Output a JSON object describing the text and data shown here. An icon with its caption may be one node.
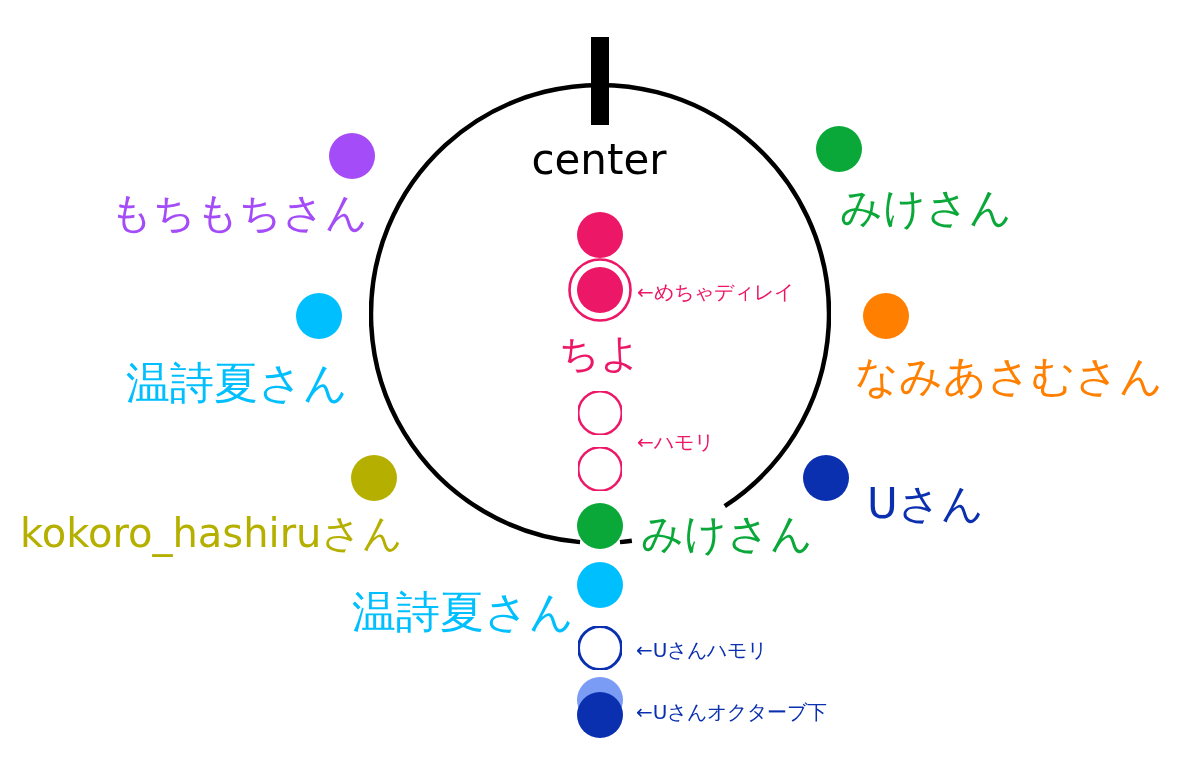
{
  "diagram": {
    "nodes": [
      {
        "text": [
          "center"
        ]
      },
      {
        "text": [],
        "shape": "circle",
        "in": 0
      },
      {
        "text": [],
        "shape": "circle",
        "in": 0,
        "beside": [
          "←めちゃディレイ"
        ]
      },
      {
        "text": [],
        "shape": "circle",
        "in": 0
      },
      {
        "text": [],
        "shape": "circle",
        "in": 0
      },
      {
        "text": [],
        "shape": "circle",
        "beside": [
          "みけさん"
        ]
      },
      {
        "text": [],
        "shape": "circle",
        "beside": [
          "温詩夏さん"
        ]
      },
      {
        "text": [],
        "shape": "circle",
        "beside": [
          "←Uさんハモリ"
        ]
      },
      {
        "text": [],
        "shape": "circle"
      },
      {
        "text": [],
        "shape": "circle",
        "beside": [
          "←Uさんオクターブ下"
        ]
      },
      {
        "text": [],
        "shape": "circle",
        "beside": [
          "もちもちさん"
        ]
      },
      {
        "text": [],
        "shape": "circle",
        "beside": [
          "温詩夏さん"
        ]
      },
      {
        "text": [],
        "shape": "circle",
        "beside": [
          "kokoro_hashiruさん"
        ]
      },
      {
        "text": [],
        "shape": "circle",
        "beside": [
          "みけさん"
        ]
      },
      {
        "text": [],
        "shape": "circle",
        "beside": [
          "なみあさむさん"
        ]
      },
      {
        "text": [],
        "shape": "circle",
        "beside": [
          "Uさん"
        ]
      }
    ],
    "labels": [
      "ちよ",
      "←ハモリ"
    ]
  }
}
